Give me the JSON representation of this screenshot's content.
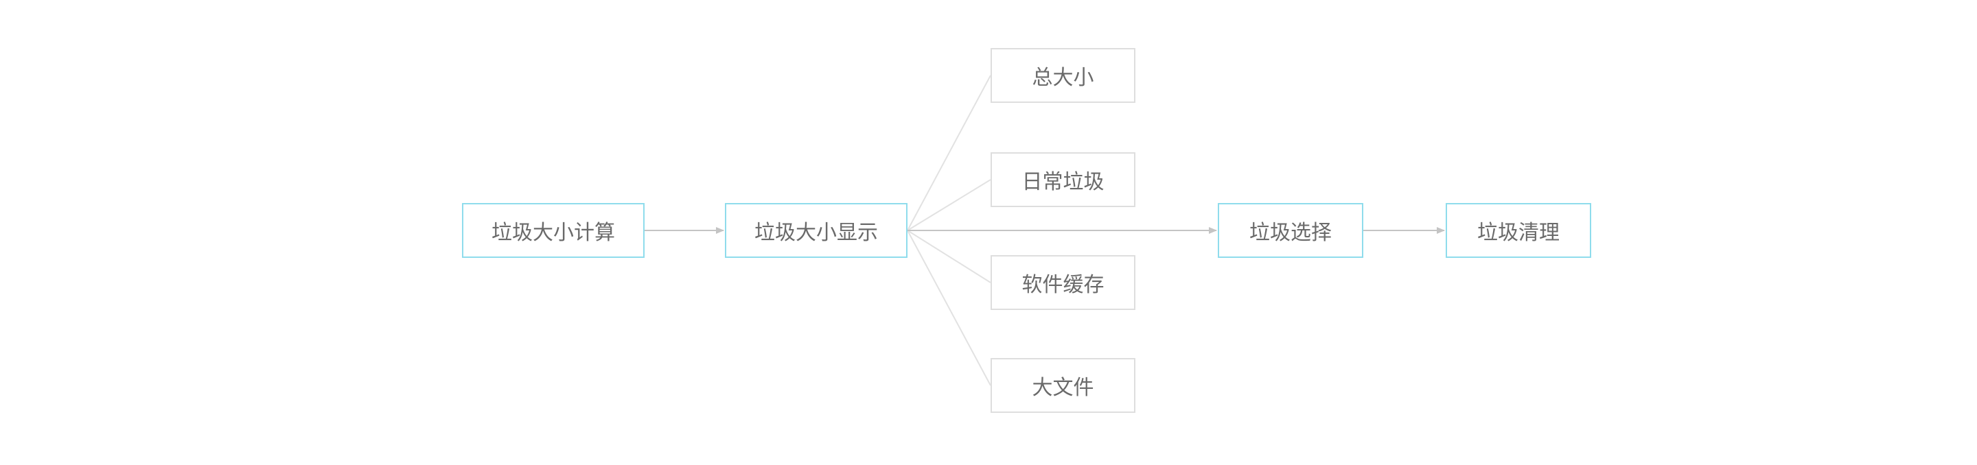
{
  "colors": {
    "main_border": "#8fdcec",
    "sub_border": "#dedede",
    "arrow": "#c4c4c4",
    "branch_line": "#e2e2e2",
    "text": "#6a6a6a"
  },
  "nodes": {
    "calc": "垃圾大小计算",
    "display": "垃圾大小显示",
    "total": "总大小",
    "daily": "日常垃圾",
    "cache": "软件缓存",
    "large": "大文件",
    "select": "垃圾选择",
    "clean": "垃圾清理"
  }
}
